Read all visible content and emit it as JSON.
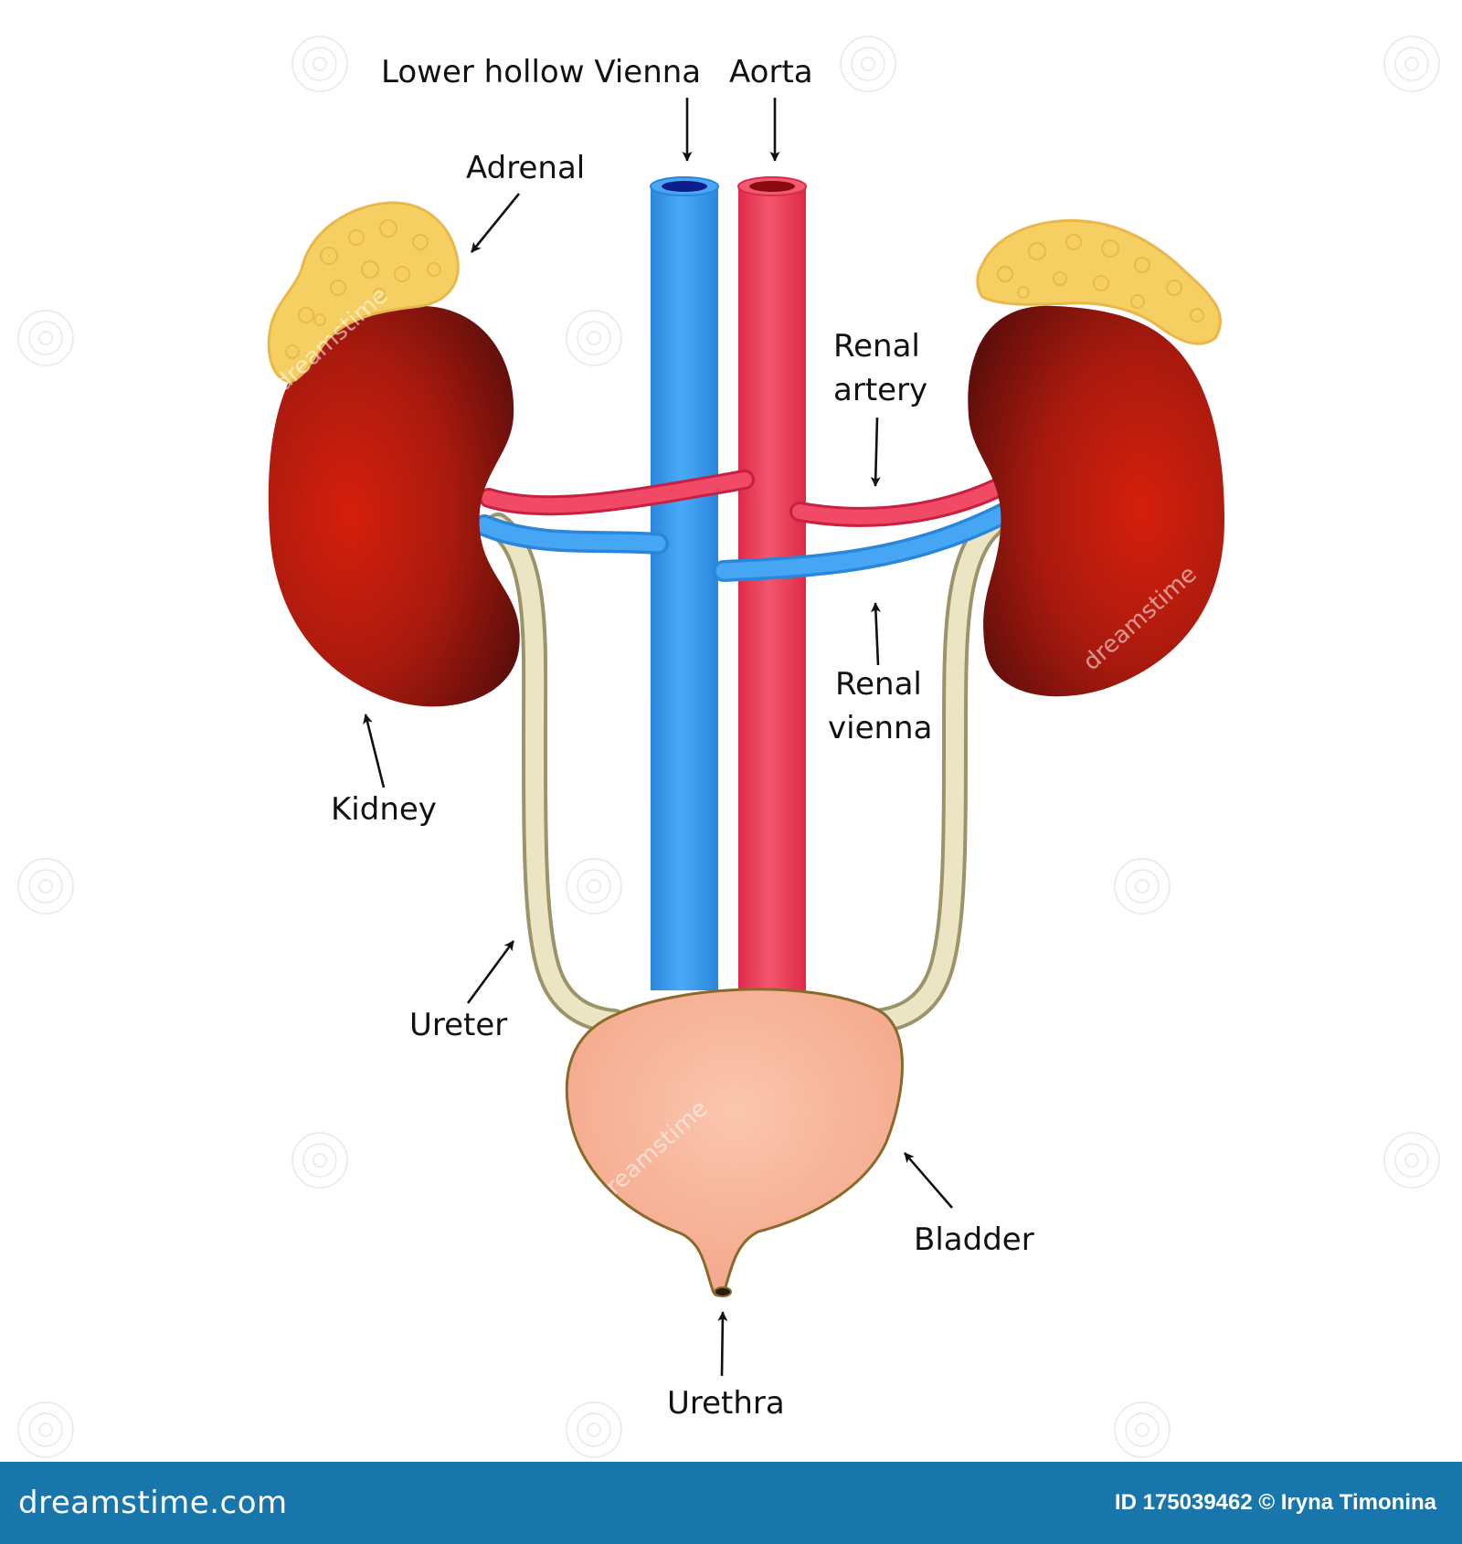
{
  "labels": {
    "lower_hollow_vienna": "Lower hollow Vienna",
    "aorta": "Aorta",
    "adrenal": "Adrenal",
    "renal_artery_line1": "Renal",
    "renal_artery_line2": "artery",
    "renal_vienna_line1": "Renal",
    "renal_vienna_line2": "vienna",
    "kidney": "Kidney",
    "ureter": "Ureter",
    "bladder": "Bladder",
    "urethra": "Urethra"
  },
  "footer": {
    "logo": "dreamstime.com",
    "image_id": "ID 175039462 © Iryna Timonina"
  },
  "watermark": "dreamstime",
  "colors": {
    "vein": "#3399ee",
    "artery": "#ee3355",
    "kidney": "#b3160c",
    "adrenal": "#f6cf63",
    "ureter": "#e8e2bf",
    "bladder": "#f8b79e",
    "footer_bg": "#1976ab"
  }
}
